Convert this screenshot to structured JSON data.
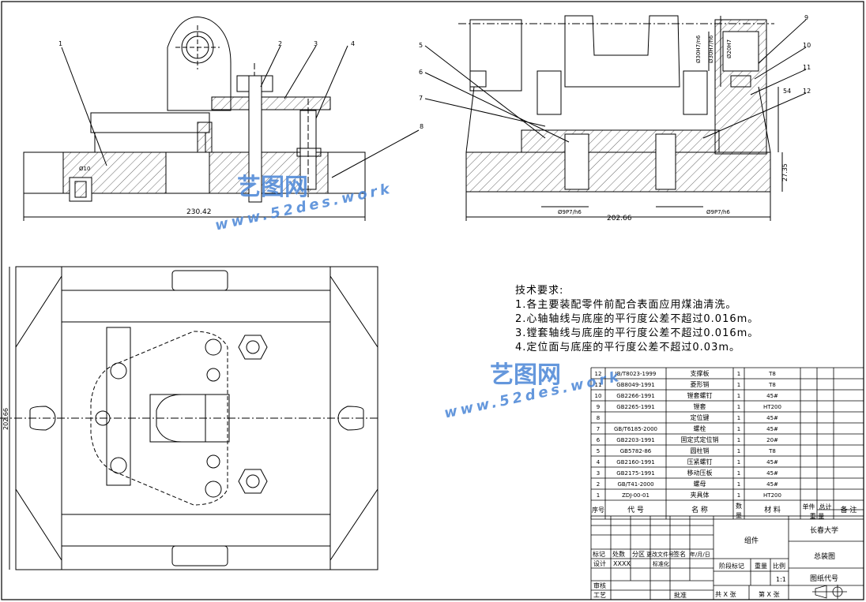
{
  "tech_requirements": {
    "title": "技术要求:",
    "items": [
      "1.各主要装配零件前配合表面应用煤油清洗。",
      "2.心轴轴线与底座的平行度公差不超过0.016m。",
      "3.镗套轴线与底座的平行度公差不超过0.016m。",
      "4.定位面与底座的平行度公差不超过0.03m。"
    ]
  },
  "watermark": {
    "brand": "艺图网",
    "url": "www.52des.work"
  },
  "balloons": [
    "1",
    "2",
    "3",
    "4",
    "5",
    "6",
    "7",
    "8",
    "9",
    "10",
    "11",
    "12"
  ],
  "dimensions": {
    "front_width": "230.42",
    "side_width": "202.66",
    "side_height": "27.35",
    "side_h2": "54",
    "top_height": "202.66",
    "fit_left": "Ø9P7/h6",
    "fit_right": "Ø9P7/h6",
    "fit_small": "Ø10",
    "fit_a": "Ø30H7/n6",
    "fit_b": "Ø30H7/h6",
    "fit_c": "Ø20H7"
  },
  "bom": [
    {
      "no": "12",
      "code": "JB/T8023-1999",
      "name": "支撑板",
      "qty": "1",
      "mat": "T8"
    },
    {
      "no": "11",
      "code": "GB8049-1991",
      "name": "菱形销",
      "qty": "1",
      "mat": "T8"
    },
    {
      "no": "10",
      "code": "GB2266-1991",
      "name": "镗套螺钉",
      "qty": "1",
      "mat": "45#"
    },
    {
      "no": "9",
      "code": "GB2265-1991",
      "name": "镗套",
      "qty": "1",
      "mat": "HT200"
    },
    {
      "no": "8",
      "code": "",
      "name": "定位键",
      "qty": "1",
      "mat": "45#"
    },
    {
      "no": "7",
      "code": "GB/T6185-2000",
      "name": "螺栓",
      "qty": "1",
      "mat": "45#"
    },
    {
      "no": "6",
      "code": "GB2203-1991",
      "name": "固定式定位销",
      "qty": "1",
      "mat": "20#"
    },
    {
      "no": "5",
      "code": "GB5782-86",
      "name": "圆柱销",
      "qty": "1",
      "mat": "T8"
    },
    {
      "no": "4",
      "code": "GB2160-1991",
      "name": "压紧螺钉",
      "qty": "1",
      "mat": "45#"
    },
    {
      "no": "3",
      "code": "GB2175-1991",
      "name": "移动压板",
      "qty": "1",
      "mat": "45#"
    },
    {
      "no": "2",
      "code": "GB/T41-2000",
      "name": "螺母",
      "qty": "1",
      "mat": "45#"
    },
    {
      "no": "1",
      "code": "ZDJ-00-01",
      "name": "夹具体",
      "qty": "1",
      "mat": "HT200"
    }
  ],
  "bom_header": {
    "no": "序号",
    "code": "代  号",
    "name": "名  称",
    "qty_top": "数",
    "qty_bot": "量",
    "mat": "材  料",
    "single_top": "单件",
    "total_top": "总计",
    "weight": "重  量",
    "remark": "备 注"
  },
  "title_block": {
    "marker": "标记",
    "count": "处数",
    "zone": "分区",
    "changedoc": "更改文件号",
    "sign": "签名",
    "date": "年/月/日",
    "design": "设计",
    "designer": "XXXX",
    "std": "标准化",
    "review": "审核",
    "craft": "工艺",
    "approve": "批准",
    "assembly": "组件",
    "school": "长春大学",
    "drawing_name": "总装图",
    "stage": "阶段标记",
    "weight": "重量",
    "scale": "比例",
    "scale_val": "1:1",
    "code": "图纸代号",
    "total_sheets": "共 X 张",
    "sheet_no": "第 X 张"
  }
}
